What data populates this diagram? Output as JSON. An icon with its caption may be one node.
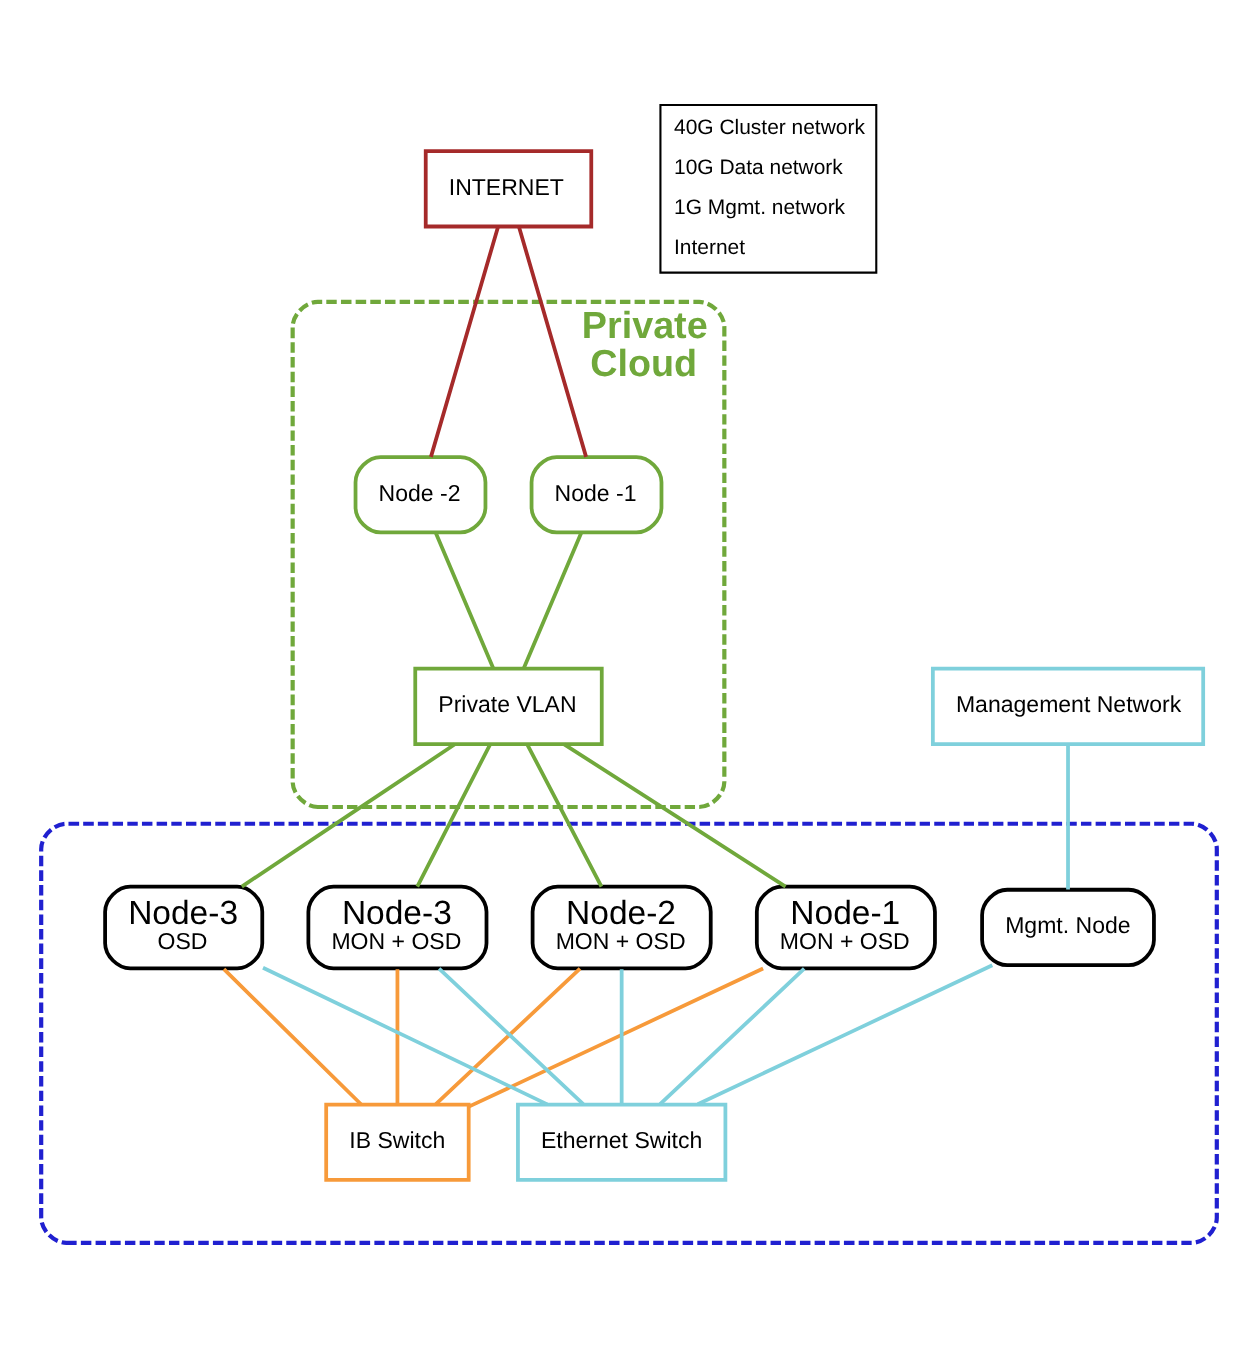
{
  "diagram": {
    "nodes": [
      {
        "text": [
          "INTERNET"
        ]
      },
      {
        "text": [
          "Management Network"
        ]
      },
      {
        "text": [
          "Private Cloud"
        ]
      },
      {
        "text": [
          "Node -1"
        ],
        "in": 2
      },
      {
        "text": [
          "Node -2"
        ],
        "in": 2
      },
      {
        "text": [
          "Private VLAN"
        ],
        "in": 2
      },
      {
        "text": [],
        "shape": "box"
      },
      {
        "text": [
          "Node-1",
          "MON + OSD"
        ],
        "in": 6
      },
      {
        "text": [
          "Node-2",
          "MON + OSD"
        ],
        "in": 6
      },
      {
        "text": [
          "Node-3",
          "MON + OSD"
        ],
        "in": 6
      },
      {
        "text": [
          "Node-3",
          "OSD"
        ],
        "in": 6
      },
      {
        "text": [
          "Mgmt. Node"
        ],
        "in": 6
      },
      {
        "text": [
          "IB Switch"
        ],
        "in": 6
      },
      {
        "text": [
          "Ethernet Switch"
        ],
        "in": 6
      }
    ],
    "edges": [
      {
        "from": 0,
        "to": 3,
        "arrow": "none",
        "color": "#a52a2a"
      },
      {
        "from": 0,
        "to": 4,
        "arrow": "none",
        "color": "#a52a2a"
      },
      {
        "from": 3,
        "to": 5,
        "arrow": "none",
        "color": "#70a83b"
      },
      {
        "from": 4,
        "to": 5,
        "arrow": "none",
        "color": "#70a83b"
      },
      {
        "from": 5,
        "to": 7,
        "arrow": "none",
        "color": "#70a83b"
      },
      {
        "from": 5,
        "to": 8,
        "arrow": "none",
        "color": "#70a83b"
      },
      {
        "from": 5,
        "to": 9,
        "arrow": "none",
        "color": "#70a83b"
      },
      {
        "from": 5,
        "to": 10,
        "arrow": "none",
        "color": "#70a83b"
      },
      {
        "from": 1,
        "to": 11,
        "arrow": "none",
        "color": "#7fd0dc"
      },
      {
        "from": 7,
        "to": 12,
        "arrow": "none",
        "color": "#f79a3a"
      },
      {
        "from": 8,
        "to": 12,
        "arrow": "none",
        "color": "#f79a3a"
      },
      {
        "from": 9,
        "to": 12,
        "arrow": "none",
        "color": "#f79a3a"
      },
      {
        "from": 10,
        "to": 12,
        "arrow": "none",
        "color": "#f79a3a"
      },
      {
        "from": 7,
        "to": 13,
        "arrow": "none",
        "color": "#7fd0dc"
      },
      {
        "from": 8,
        "to": 13,
        "arrow": "none",
        "color": "#7fd0dc"
      },
      {
        "from": 9,
        "to": 13,
        "arrow": "none",
        "color": "#7fd0dc"
      },
      {
        "from": 10,
        "to": 13,
        "arrow": "none",
        "color": "#7fd0dc"
      },
      {
        "from": 11,
        "to": 13,
        "arrow": "none",
        "color": "#7fd0dc"
      }
    ],
    "legend": [
      {
        "text": "40G Cluster network"
      },
      {
        "text": "10G Data network"
      },
      {
        "text": "1G Mgmt. network"
      },
      {
        "text": "Internet"
      }
    ]
  }
}
